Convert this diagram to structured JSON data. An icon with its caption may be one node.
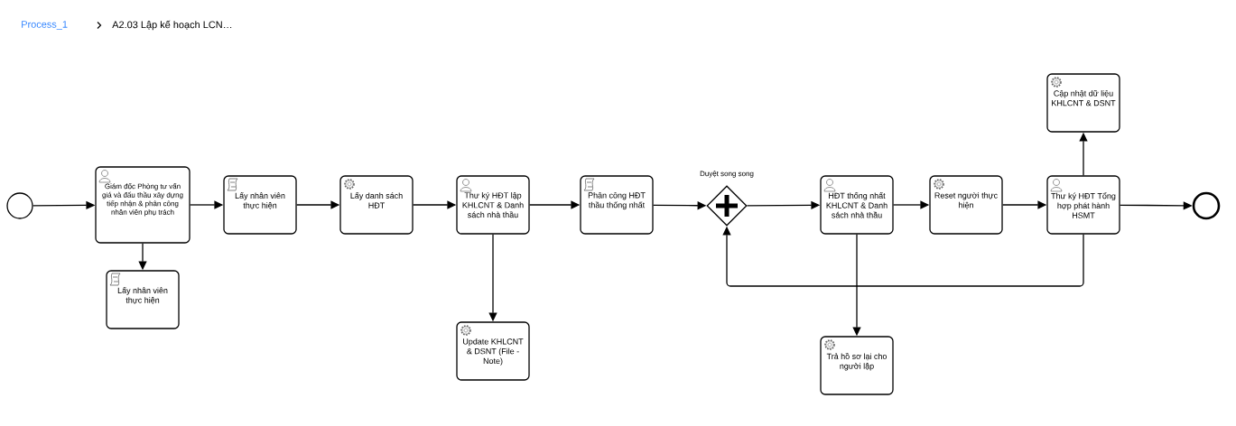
{
  "diagram": {
    "nodes": [
      {
        "text": [],
        "shape": "circle"
      },
      {
        "text": [
          "Giám đốc Phòng tư vấn giá và đấu thầu xây dựng tiếp nhận & phân công nhân viên phụ trách"
        ]
      },
      {
        "text": [
          "Lấy nhân viên thực hiện"
        ]
      },
      {
        "text": [
          "Lấy nhân viên thực hiện"
        ]
      },
      {
        "text": [
          "Lấy danh sách HĐT"
        ]
      },
      {
        "text": [
          "Thư ký HĐT lập KHLCNT & Danh sách nhà thầu"
        ]
      },
      {
        "text": [
          "Update KHLCNT & DSNT (File - Note)"
        ]
      },
      {
        "text": [
          "Phân công HĐT thầu thống nhất"
        ]
      },
      {
        "text": [],
        "shape": "diamond",
        "beside": [
          "Duyệt song song"
        ]
      },
      {
        "text": [
          "HĐT thống nhất KHLCNT & Danh sách nhà thầu"
        ]
      },
      {
        "text": [
          "Trả hồ sơ lại cho người lập"
        ]
      },
      {
        "text": [
          "Reset người thực hiện"
        ]
      },
      {
        "text": [
          "Thư ký HĐT Tổng hợp phát hành HSMT"
        ]
      },
      {
        "text": [
          "Cập nhật dữ liệu KHLCNT & DSNT"
        ]
      },
      {
        "text": [],
        "shape": "circle"
      }
    ],
    "edges": [
      {
        "from": 0,
        "to": 1,
        "arrow": "to"
      },
      {
        "from": 1,
        "to": 2,
        "arrow": "to"
      },
      {
        "from": 1,
        "to": 3,
        "arrow": "to"
      },
      {
        "from": 3,
        "to": 4,
        "arrow": "to"
      },
      {
        "from": 4,
        "to": 5,
        "arrow": "to"
      },
      {
        "from": 5,
        "to": 6,
        "arrow": "to"
      },
      {
        "from": 5,
        "to": 7,
        "arrow": "to"
      },
      {
        "from": 7,
        "to": 8,
        "arrow": "to"
      },
      {
        "from": 8,
        "to": 9,
        "arrow": "to"
      },
      {
        "from": 9,
        "to": 11,
        "arrow": "to"
      },
      {
        "from": 9,
        "to": 10,
        "arrow": "to"
      },
      {
        "from": 11,
        "to": 12,
        "arrow": "to"
      },
      {
        "from": 12,
        "to": 13,
        "arrow": "to"
      },
      {
        "from": 12,
        "to": 14,
        "arrow": "to"
      },
      {
        "from": 12,
        "to": 8,
        "arrow": "to"
      }
    ],
    "labels": [
      "Process_1",
      "A2.03 Lập kế hoạch LCN…"
    ]
  }
}
